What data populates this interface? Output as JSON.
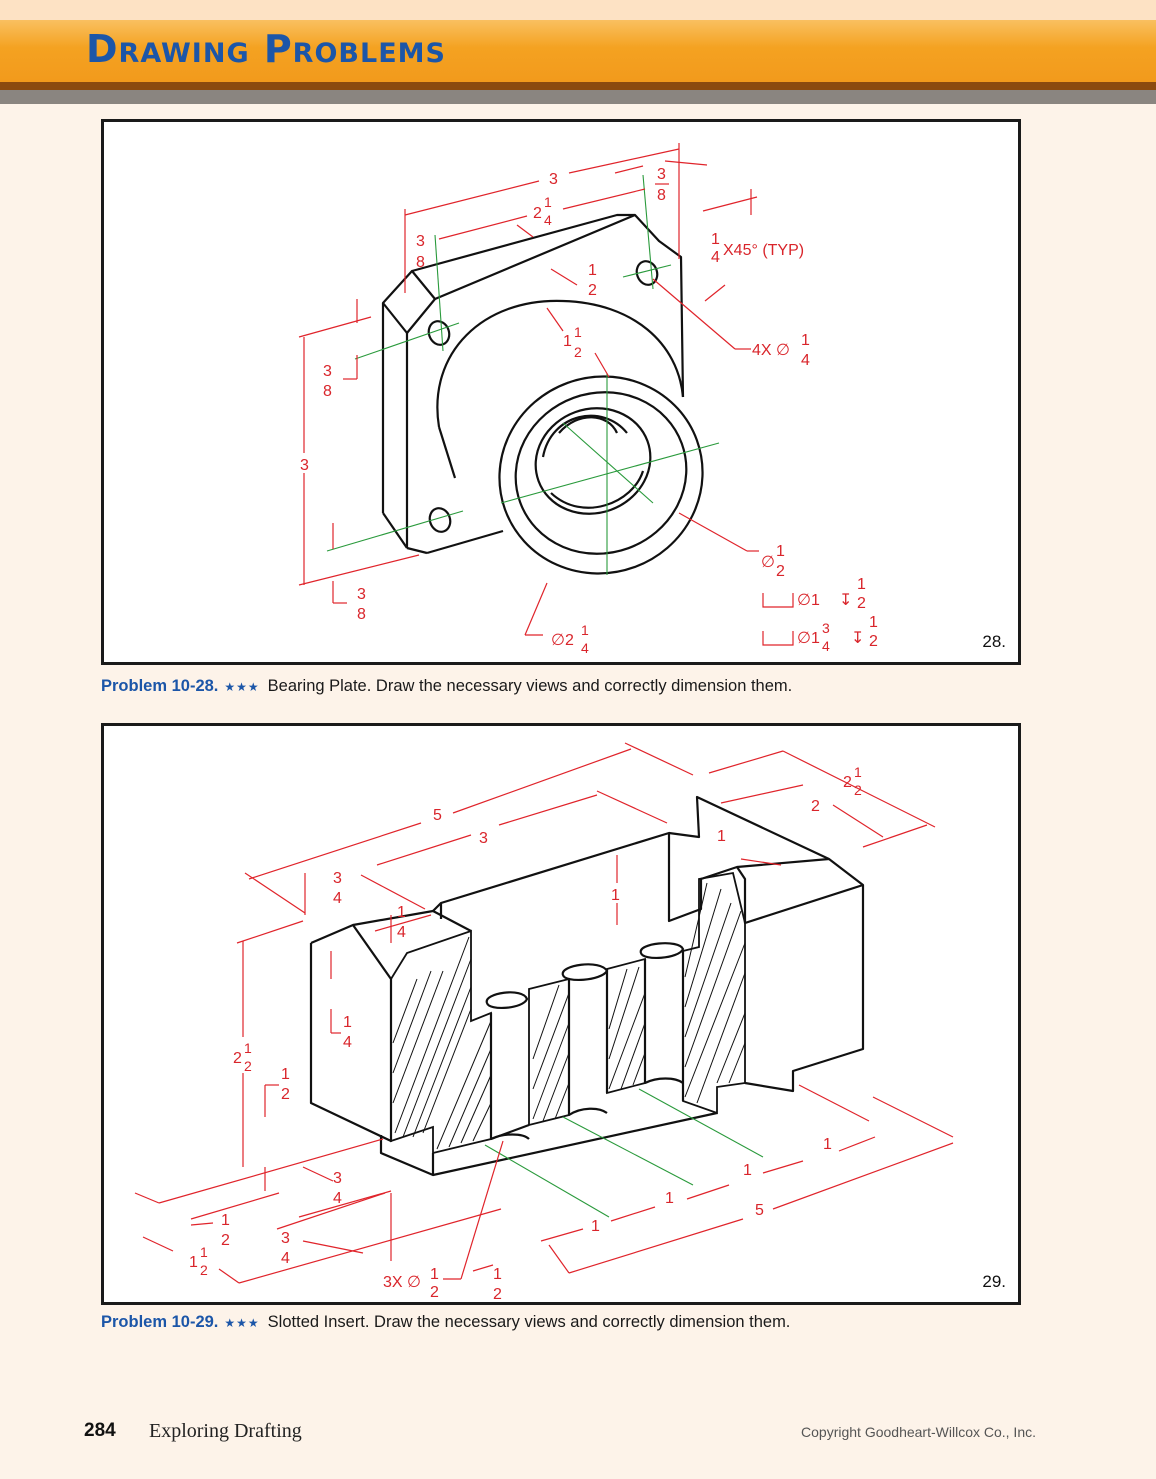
{
  "header": {
    "title": "Drawing Problems"
  },
  "figures": [
    {
      "number": "28.",
      "caption_label": "Problem 10-28.",
      "stars": "★★★",
      "caption_text": "Bearing Plate. Draw the necessary views and correctly dimension them.",
      "dimensions": [
        "3",
        "3/8",
        "2 1/4",
        "3/8",
        "1/4 X45° (TYP)",
        "1/2",
        "1 1/2",
        "4X ∅1/4",
        "3/8",
        "3",
        "3/8",
        "∅1/2",
        "⌴∅1 ↧1/2",
        "⌴∅1 3/4 ↧1/2",
        "∅2 1/4"
      ]
    },
    {
      "number": "29.",
      "caption_label": "Problem 10-29.",
      "stars": "★★★",
      "caption_text": "Slotted Insert. Draw the necessary views and correctly dimension them.",
      "dimensions": [
        "5",
        "3",
        "2 1/2",
        "2",
        "1",
        "3/4",
        "1/4",
        "1",
        "1/4",
        "2 1/2",
        "1/2",
        "3/4",
        "1/2",
        "1 1/2",
        "3/4",
        "3X ∅1/2",
        "1/2",
        "1",
        "1",
        "1",
        "1",
        "5"
      ]
    }
  ],
  "footer": {
    "page_number": "284",
    "book_title": "Exploring Drafting",
    "copyright": "Copyright Goodheart-Willcox Co., Inc."
  }
}
